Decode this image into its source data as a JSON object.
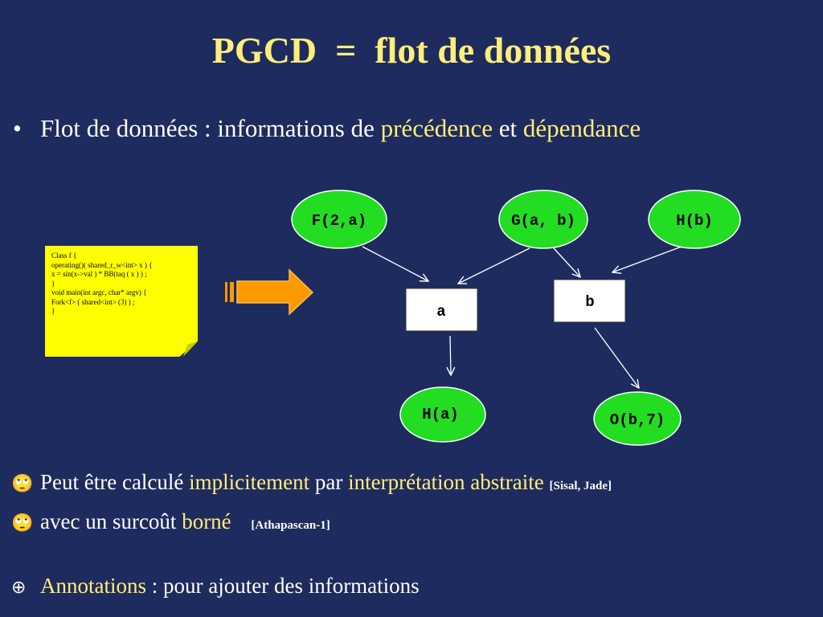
{
  "title": "PGCD  =  flot de données",
  "bullet": {
    "symbol": "•",
    "text_before": "Flot de données : informations de ",
    "highlight1": "précédence",
    "middle": " et ",
    "highlight2": "dépendance"
  },
  "code_note": {
    "lines": [
      "Class f {",
      "operating()( shared_r_w<int> x ) {",
      "x = sin(x->val ) * BB(taq ( x ) ) ;",
      "}",
      "",
      "void main(int argc, char* argv) {",
      "Fork<f> ( shared<int> (3) ) ;",
      "}"
    ]
  },
  "graph": {
    "tasks": {
      "f2a": "F(2,a)",
      "gab": "G(a, b)",
      "hb": "H(b)",
      "ha": "H(a)",
      "ob7": "O(b,7)"
    },
    "data": {
      "a": "a",
      "b": "b"
    }
  },
  "items": [
    {
      "symbol": "🙄",
      "text_before": "Peut être calculé ",
      "highlight1": "implicitement",
      "middle": " par ",
      "highlight2": "interprétation abstraite",
      "ref": "[Sisal, Jade]"
    },
    {
      "symbol": "🙄",
      "text_before": "avec un surcoût ",
      "highlight1": "borné",
      "ref": "[Athapascan-1]"
    }
  ],
  "annotation": {
    "symbol": "⊕",
    "highlight": "Annotations",
    "text": " : pour ajouter des informations"
  },
  "colors": {
    "background": "#1e2b5e",
    "highlight": "#ffee7a",
    "task_node": "#22dd22",
    "note": "#ffff00",
    "arrow": "#ff9900"
  }
}
